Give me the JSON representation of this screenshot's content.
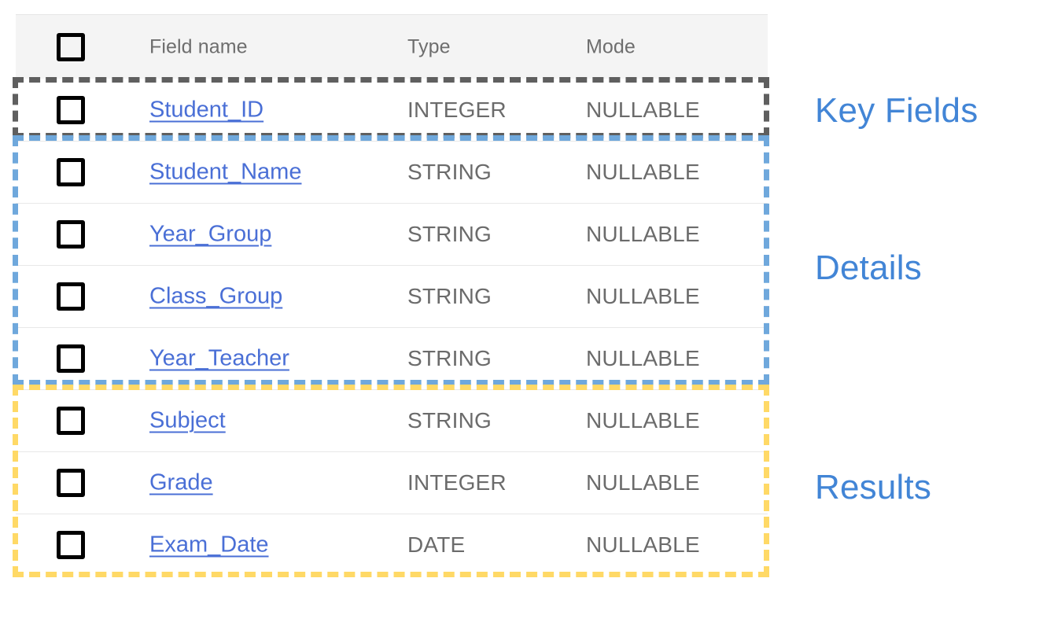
{
  "table": {
    "columns": {
      "checkbox": "select-all",
      "field_name": "Field name",
      "type": "Type",
      "mode": "Mode"
    },
    "rows": [
      {
        "id": "student-id",
        "field_name": "Student_ID",
        "type": "INTEGER",
        "mode": "NULLABLE"
      },
      {
        "id": "student-name",
        "field_name": "Student_Name",
        "type": "STRING",
        "mode": "NULLABLE"
      },
      {
        "id": "year-group",
        "field_name": "Year_Group",
        "type": "STRING",
        "mode": "NULLABLE"
      },
      {
        "id": "class-group",
        "field_name": "Class_Group",
        "type": "STRING",
        "mode": "NULLABLE"
      },
      {
        "id": "year-teacher",
        "field_name": "Year_Teacher",
        "type": "STRING",
        "mode": "NULLABLE"
      },
      {
        "id": "subject",
        "field_name": "Subject",
        "type": "STRING",
        "mode": "NULLABLE"
      },
      {
        "id": "grade",
        "field_name": "Grade",
        "type": "INTEGER",
        "mode": "NULLABLE"
      },
      {
        "id": "exam-date",
        "field_name": "Exam_Date",
        "type": "DATE",
        "mode": "NULLABLE"
      }
    ]
  },
  "annotations": {
    "groups": [
      {
        "id": "key-fields",
        "label": "Key Fields",
        "color": "#5f5f5f",
        "rows": [
          "Student_ID"
        ]
      },
      {
        "id": "details",
        "label": "Details",
        "color": "#6fa8dc",
        "rows": [
          "Student_Name",
          "Year_Group",
          "Class_Group",
          "Year_Teacher"
        ]
      },
      {
        "id": "results",
        "label": "Results",
        "color": "#ffd966",
        "rows": [
          "Subject",
          "Grade",
          "Exam_Date"
        ]
      }
    ],
    "label_color": "#4285d6"
  },
  "colors": {
    "link": "#4a6fd6",
    "header_background": "#f4f4f4",
    "text": "#6b6b6b",
    "checkbox_border": "#000000"
  }
}
